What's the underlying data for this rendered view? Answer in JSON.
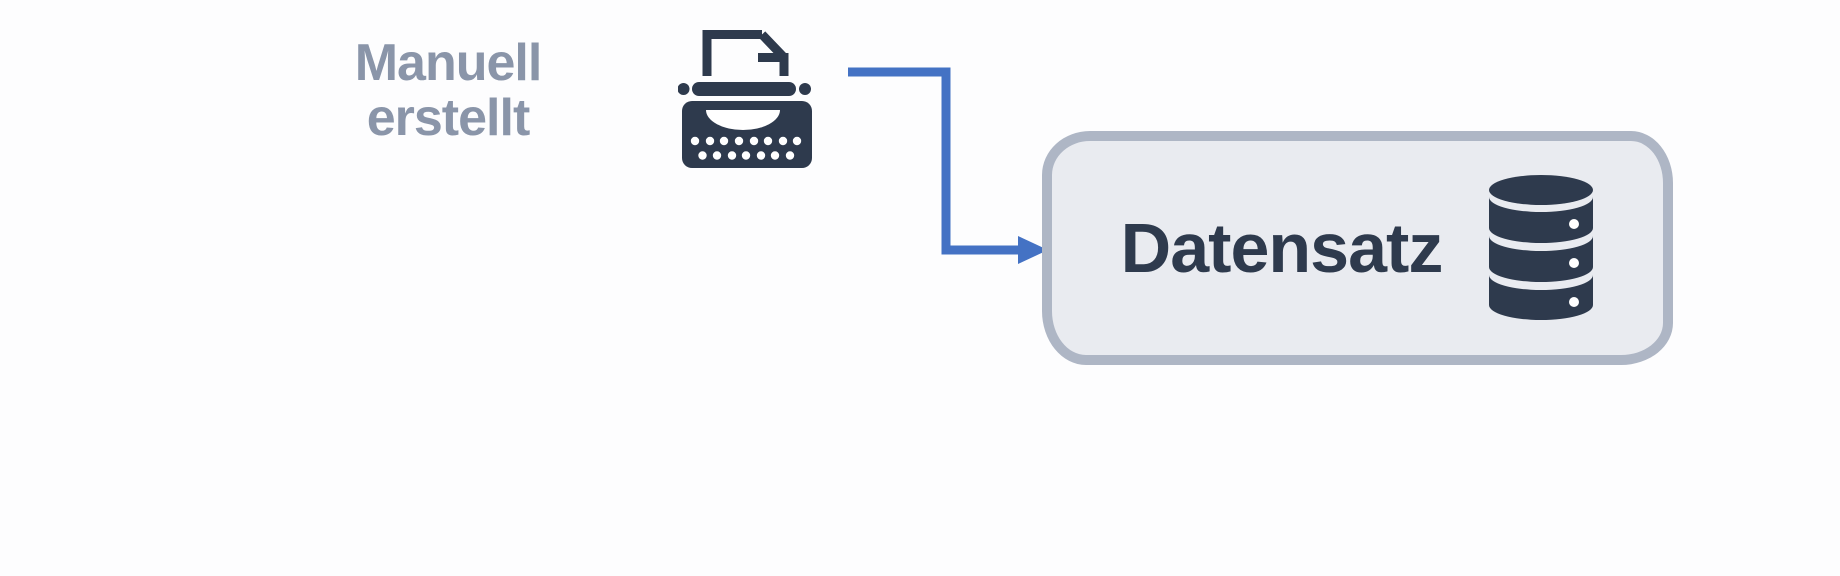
{
  "diagram": {
    "annotation": {
      "line1": "Manuell",
      "line2": "erstellt"
    },
    "node": {
      "label": "Datensatz"
    },
    "icons": [
      {
        "name": "typewriter-icon"
      },
      {
        "name": "database-icon"
      }
    ],
    "colors": {
      "navy": "#2e3a4d",
      "label-gray": "#8a95a9",
      "arrow-blue": "#4472c4",
      "node-fill": "#e9ebf0",
      "node-border": "#aeb6c5",
      "bg": "#fdfdfe"
    }
  }
}
